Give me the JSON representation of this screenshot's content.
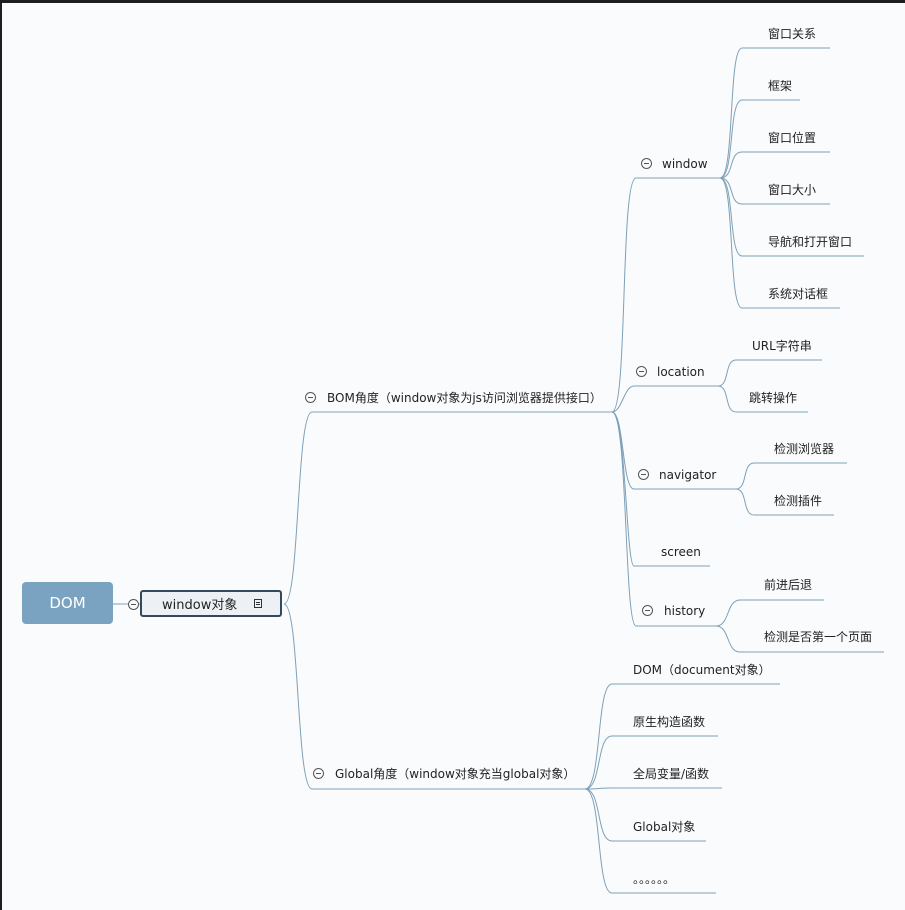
{
  "root": {
    "label": "DOM"
  },
  "main_topic": {
    "label": "window对象"
  },
  "bom": {
    "label": "BOM角度（window对象为js访问浏览器提供接口）",
    "window": {
      "label": "window",
      "children": [
        "窗口关系",
        "框架",
        "窗口位置",
        "窗口大小",
        "导航和打开窗口",
        "系统对话框"
      ]
    },
    "location": {
      "label": "location",
      "children": [
        "URL字符串",
        "跳转操作"
      ]
    },
    "navigator": {
      "label": "navigator",
      "children": [
        "检测浏览器",
        "检测插件"
      ]
    },
    "screen": {
      "label": "screen"
    },
    "history": {
      "label": "history",
      "children": [
        "前进后退",
        "检测是否第一个页面"
      ]
    }
  },
  "global": {
    "label": "Global角度（window对象充当global对象）",
    "children": [
      "DOM（document对象）",
      "原生构造函数",
      "全局变量/函数",
      "Global对象",
      "。。。。。。"
    ]
  },
  "colors": {
    "line": "#7ea0b7",
    "root_bg": "#7aa3c2",
    "topic_border": "#34495e"
  }
}
